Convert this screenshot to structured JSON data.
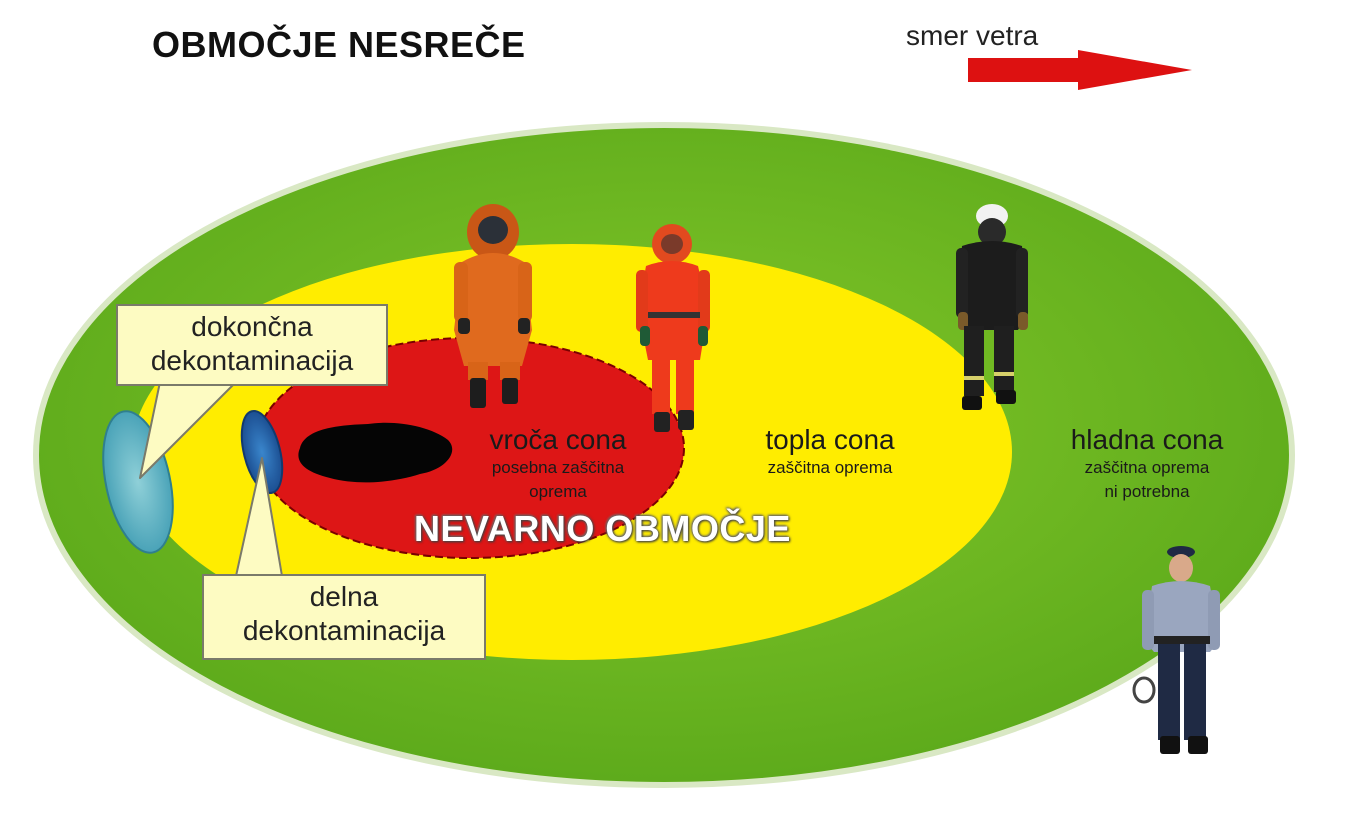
{
  "title": "OBMOČJE NESREČE",
  "wind": {
    "label": "smer vetra",
    "arrow_color": "#dd1111"
  },
  "zones": {
    "hot": {
      "name": "vroča cona",
      "sub_line1": "posebna zaščitna",
      "sub_line2": "oprema",
      "color": "#dd1616"
    },
    "warm": {
      "name": "topla cona",
      "sub_line1": "zaščitna oprema",
      "color": "#ffed00"
    },
    "cold": {
      "name": "hladna cona",
      "sub_line1": "zaščitna oprema",
      "sub_line2": "ni potrebna",
      "color": "#6db81f"
    }
  },
  "danger_area_label": "NEVARNO OBMOČJE",
  "callouts": {
    "final": {
      "line1": "dokončna",
      "line2": "dekontaminacija"
    },
    "partial": {
      "line1": "delna",
      "line2": "dekontaminacija"
    }
  },
  "figures": [
    {
      "name": "hazmat-suit-orange-figure",
      "color": "#e06a1e"
    },
    {
      "name": "hazmat-suit-red-figure",
      "color": "#ee3a1c"
    },
    {
      "name": "firefighter-figure",
      "color": "#1c1c1c"
    },
    {
      "name": "police-officer-figure",
      "color": "#9aa6bf"
    }
  ]
}
